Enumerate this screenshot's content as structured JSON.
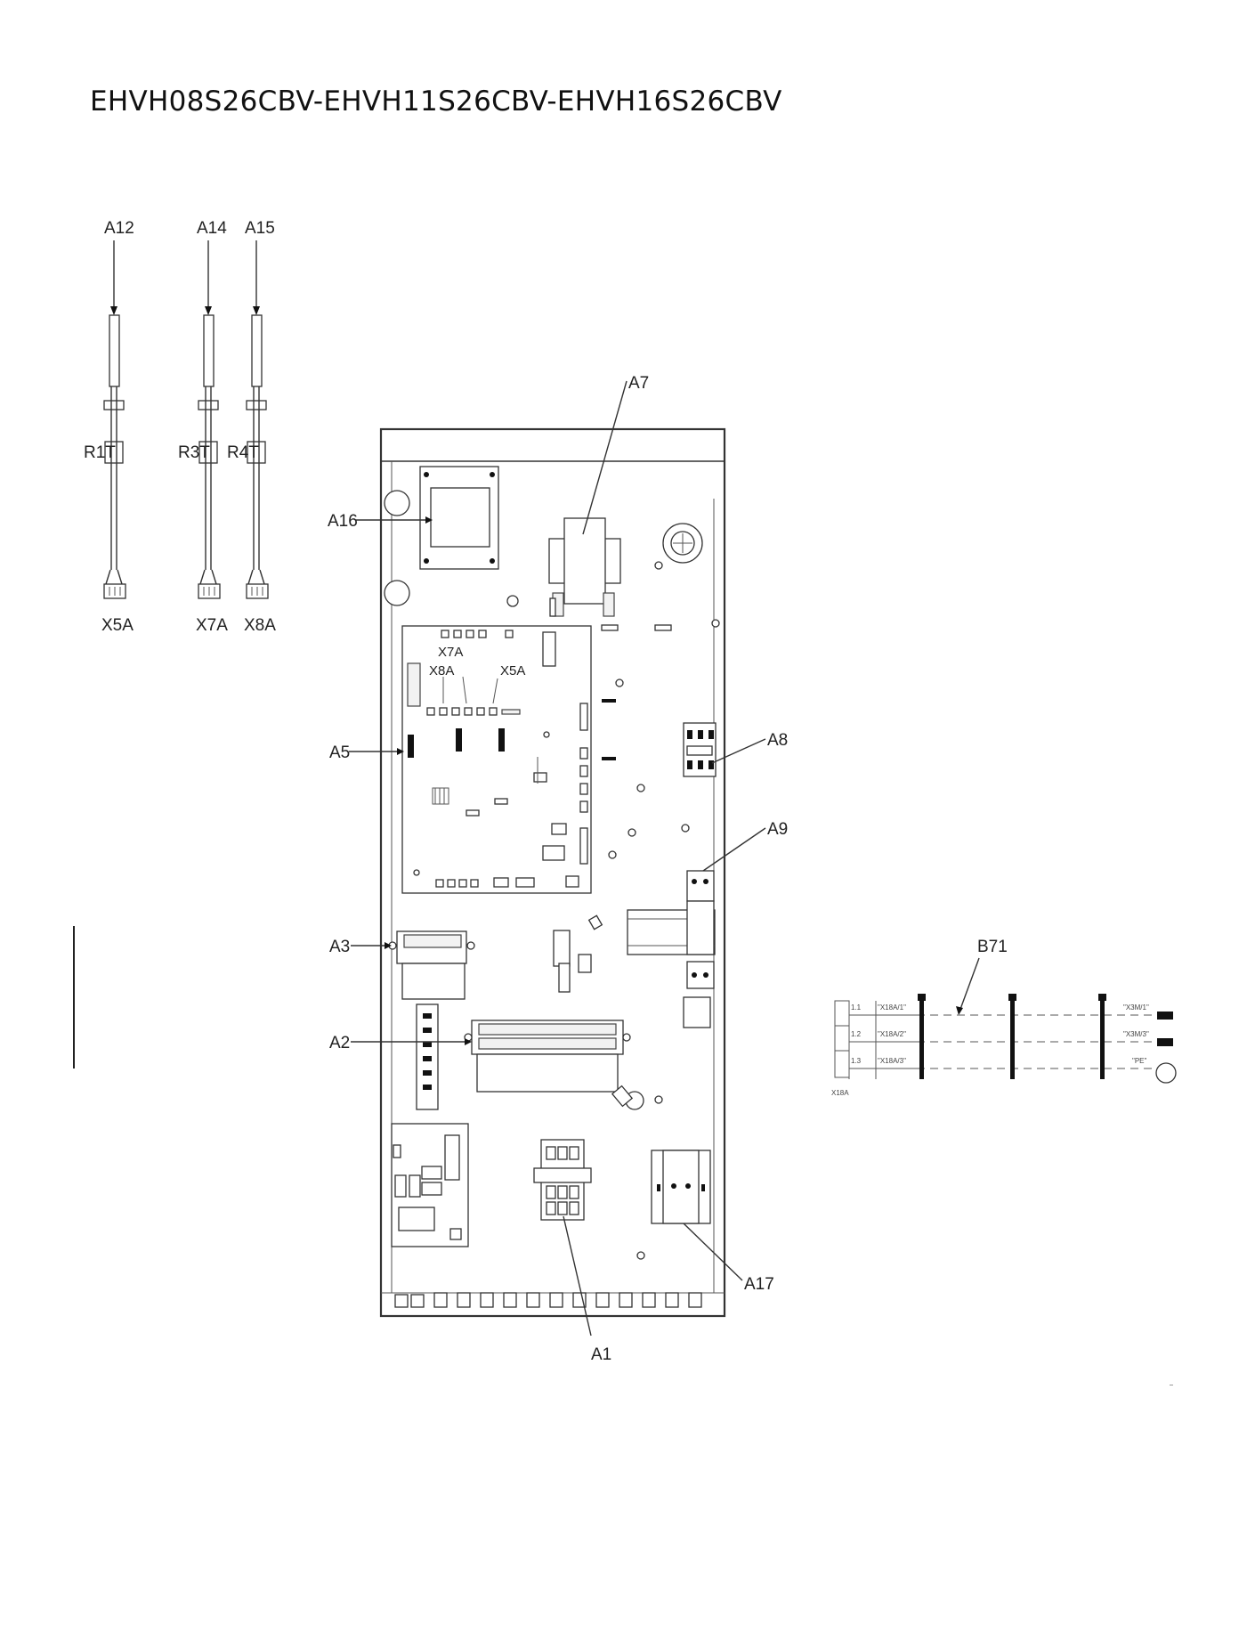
{
  "title": "EHVH08S26CBV-EHVH11S26CBV-EHVH16S26CBV",
  "sensors": [
    {
      "top_label": "A12",
      "resistor": "R1T",
      "connector": "X5A"
    },
    {
      "top_label": "A14",
      "resistor": "R3T",
      "connector": "X7A"
    },
    {
      "top_label": "A15",
      "resistor": "R4T",
      "connector": "X8A"
    }
  ],
  "callouts": {
    "a7": "A7",
    "a16": "A16",
    "a5": "A5",
    "a8": "A8",
    "a9": "A9",
    "a3": "A3",
    "a2": "A2",
    "a17": "A17",
    "a1": "A1"
  },
  "pcb_connectors": {
    "x7a": "X7A",
    "x8a": "X8A",
    "x5a": "X5A"
  },
  "b71": {
    "label": "B71",
    "connector": "X18A",
    "pins": [
      "1.1",
      "1.2",
      "1.3"
    ],
    "wires_left": [
      "X18A/1",
      "X18A/2",
      "X18A/3"
    ],
    "wires_right": [
      "X3M/1",
      "X3M/3",
      "PE"
    ]
  }
}
